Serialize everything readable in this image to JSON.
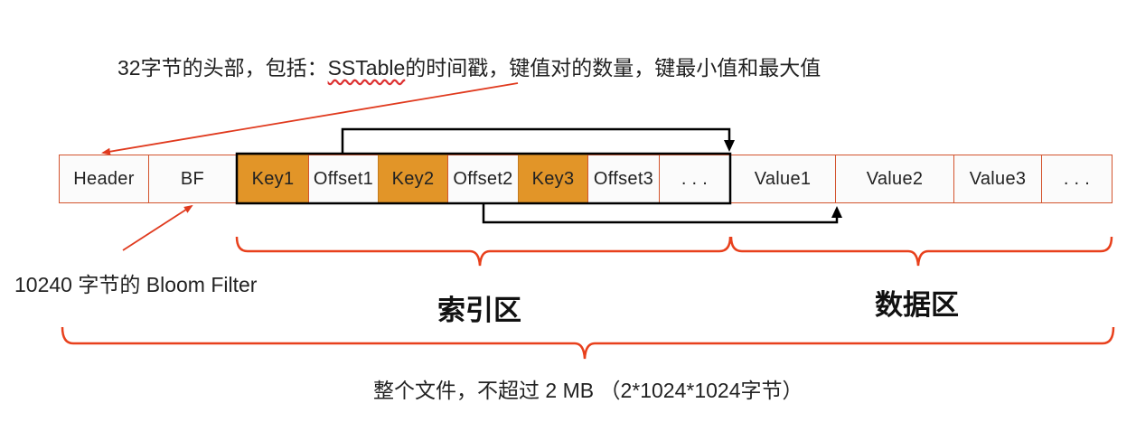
{
  "annotations": {
    "header_note_prefix": "32字节的头部，包括：",
    "header_note_sstable": "SSTable",
    "header_note_suffix": "的时间戳，键值对的数量，键最小值和最大值",
    "bloom_note": "10240 字节的 Bloom Filter",
    "file_note": "整个文件，不超过 2 MB （2*1024*1024字节）"
  },
  "regions": {
    "index": "索引区",
    "data": "数据区"
  },
  "cells": [
    {
      "label": "Header",
      "type": "plain"
    },
    {
      "label": "BF",
      "type": "plain"
    },
    {
      "label": "Key1",
      "type": "key"
    },
    {
      "label": "Offset1",
      "type": "plain"
    },
    {
      "label": "Key2",
      "type": "key"
    },
    {
      "label": "Offset2",
      "type": "plain"
    },
    {
      "label": "Key3",
      "type": "key"
    },
    {
      "label": "Offset3",
      "type": "plain"
    },
    {
      "label": ". . .",
      "type": "plain"
    },
    {
      "label": "Value1",
      "type": "plain"
    },
    {
      "label": "Value2",
      "type": "plain"
    },
    {
      "label": "Value3",
      "type": "plain"
    },
    {
      "label": ". . .",
      "type": "plain"
    }
  ],
  "colors": {
    "brace": "#e8401c",
    "arrow_red": "#e03a1e",
    "key_fill": "#e29528",
    "cell_border": "#d3542e"
  }
}
